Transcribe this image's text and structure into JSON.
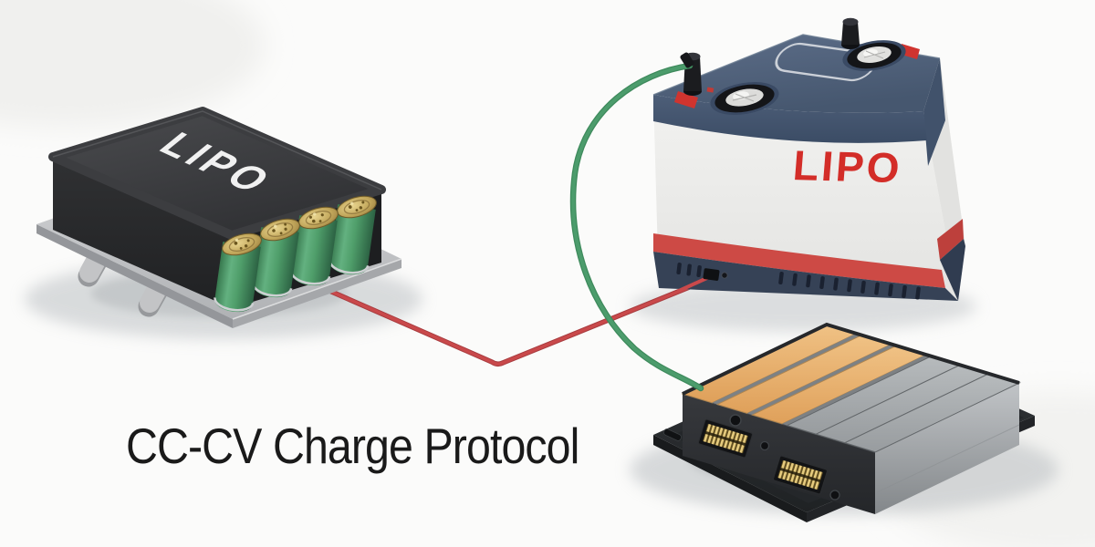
{
  "caption": {
    "text": "CC-CV Charge Protocol",
    "color": "#1a1a1a"
  },
  "pack": {
    "logo": "LIPO",
    "logo_color": "#f1f1f1",
    "body_color": "#393a3c",
    "baseplate_color": "#c3c4c6",
    "cell_count": 4,
    "cell_body_color": "#4f9e6a",
    "cell_top_color": "#b89a4e"
  },
  "charger": {
    "logo": "LIPO",
    "logo_color": "#d32d28",
    "top_color": "#4d5e79",
    "body_color": "#eeeeec",
    "stripe_color": "#cd4a45",
    "base_color": "#364256",
    "terminal_count": 2
  },
  "module": {
    "orange_cell_count": 3,
    "gray_cell_count": 3,
    "orange_cell_color": "#e7b06c",
    "gray_cell_color": "#a6aaad",
    "frame_color": "#2e3033",
    "connector_count": 2,
    "connector_gold_color": "#c9a84e"
  },
  "wires": {
    "red": {
      "color": "#c9494b",
      "connects": "pack-to-charger"
    },
    "green": {
      "color": "#4c9c6c",
      "connects": "charger-to-module"
    }
  }
}
